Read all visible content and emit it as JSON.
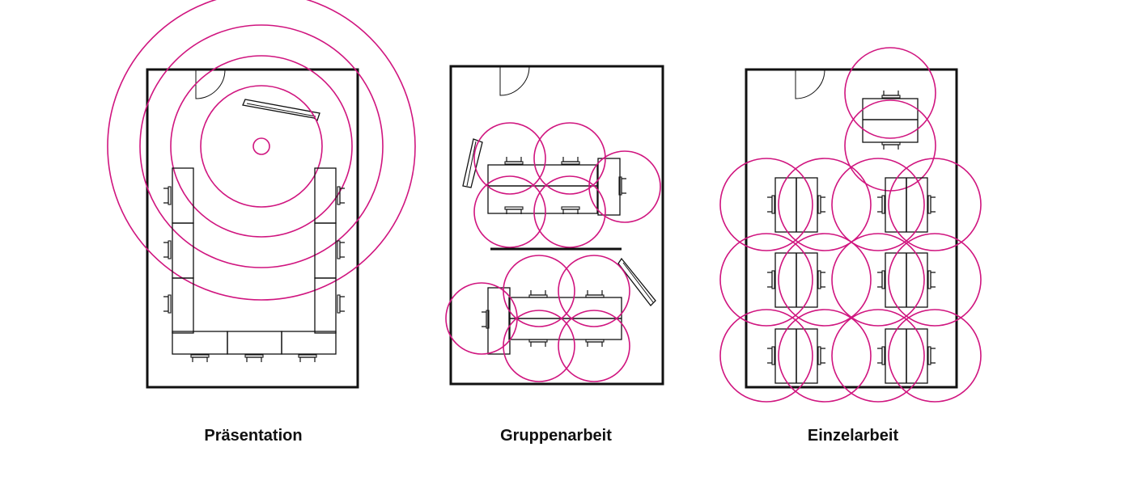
{
  "colors": {
    "line": "#111111",
    "radius": "#d0157f",
    "background": "#ffffff"
  },
  "layouts": [
    {
      "label": "Präsentation"
    },
    {
      "label": "Gruppenarbeit"
    },
    {
      "label": "Einzelarbeit"
    }
  ]
}
